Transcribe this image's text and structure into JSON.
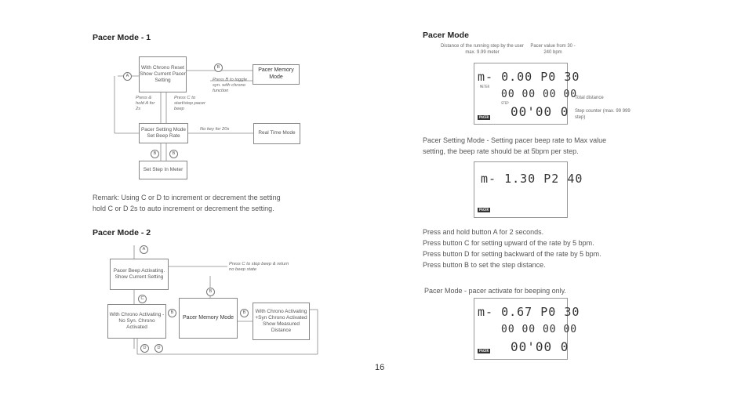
{
  "left": {
    "section1_title": "Pacer Mode - 1",
    "d1": {
      "box_chrono": "With Chrono Reset Show Current Pacer Setting",
      "box_memory": "Pacer Memory Mode",
      "box_setting": "Pacer Setting Mode Set Beep Rate",
      "box_realtime": "Real Time Mode",
      "box_setstep": "Set Step In Meter",
      "note_toggle": "Press B to toggle syn. with chrono function",
      "note_hold": "Press & hold A for 2s",
      "note_startstop": "Press C to start/stop pacer beep",
      "note_nokey": "No key for 20s",
      "letters": [
        "A",
        "B",
        "B",
        "B"
      ]
    },
    "remark_line1": "Remark: Using C or D to increment or decrement the setting",
    "remark_line2": "hold C or D 2s to auto increment or decrement the setting.",
    "section2_title": "Pacer Mode - 2",
    "d2": {
      "box_beep": "Pacer Beep Activating. Show Current Setting",
      "box_nosyn": "With Chrono Activating - No Syn. Chrono Activated",
      "box_memory": "Pacer Memory Mode",
      "box_syn": "With Chrono Activating +Syn Chrono Activated Show Measured Distance",
      "note_stop": "Press C to stop beep & return no beep state",
      "letters": [
        "A",
        "C",
        "B",
        "B",
        "B",
        "D",
        "D"
      ]
    },
    "page_number": "16"
  },
  "right": {
    "title": "Pacer Mode",
    "label_distance": "Distance of the running step by the user max. 9.99 meter",
    "label_pacer": "Pacer value from 30 - 240 bpm",
    "label_total": "Total distance",
    "label_counter": "Step counter (max. 99 999 step)",
    "lcd1": {
      "row1": "m- 0.00 P0 30",
      "meter": "METER",
      "row2": "00 00 00 00",
      "step": "STEP",
      "row3": "00'00 0",
      "tag": "PACER"
    },
    "setting_text1": "Pacer Setting Mode - Setting pacer beep rate to Max value",
    "setting_text2": "setting, the beep rate should be at 5bpm per step.",
    "lcd2": {
      "row1": "m- 1.30 P2 40",
      "tag": "PACER"
    },
    "press_lines": [
      "Press and hold button A for 2 seconds.",
      "Press button C for setting upward of the rate by 5 bpm.",
      "Press button D for setting backward of the rate by 5 bpm.",
      "Press button B to set the step distance."
    ],
    "activate_text": "Pacer Mode - pacer activate for beeping only.",
    "lcd3": {
      "row1": "m- 0.67 P0 30",
      "row2": "00 00 00 00",
      "row3": "00'00 0",
      "tag": "PACER"
    }
  }
}
